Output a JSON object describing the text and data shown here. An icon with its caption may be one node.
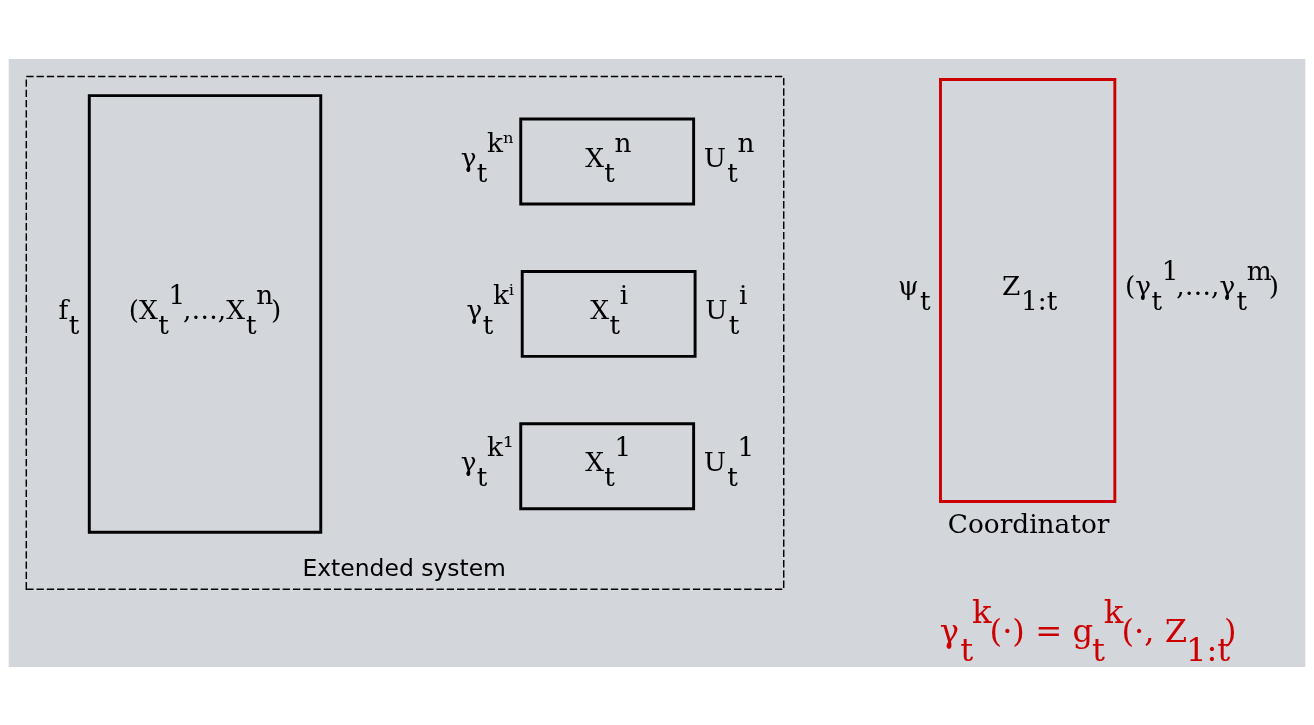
{
  "diagram": {
    "nodes": [
      {
        "text": [
          "Extended system"
        ]
      },
      {
        "text": [
          "(X$_{t}$$^{1}$,…,X$_{t}$$^{n}$)"
        ],
        "beside": [
          "f$_{t}$"
        ],
        "in": 0
      },
      {
        "text": [
          "X$_{t}$$^{1}$"
        ],
        "beside": [
          "γ$_{t}$$^{k¹}$",
          "U$_{t}$$^{1}$"
        ],
        "in": 0
      },
      {
        "text": [
          "X$_{t}$$^{i}$"
        ],
        "beside": [
          "γ$_{t}$$^{kⁱ}$",
          "U$_{t}$$^{i}$"
        ],
        "in": 0
      },
      {
        "text": [
          "X$_{t}$$^{n}$"
        ],
        "beside": [
          "γ$_{t}$$^{kⁿ}$",
          "U$_{t}$$^{n}$"
        ],
        "in": 0
      },
      {
        "text": [
          "Z$_{1:t}$",
          "Coordinator"
        ],
        "beside": [
          "ψ$_{t}$",
          "(γ$_{t}$$^{1}$,…,γ$_{t}$$^{m}$)"
        ]
      }
    ],
    "edges": [],
    "labels": [
      "γ$_{t}$$^{k}$(·) = g$_{t}$$^{k}$(·, Z$_{1:t}$)"
    ]
  }
}
